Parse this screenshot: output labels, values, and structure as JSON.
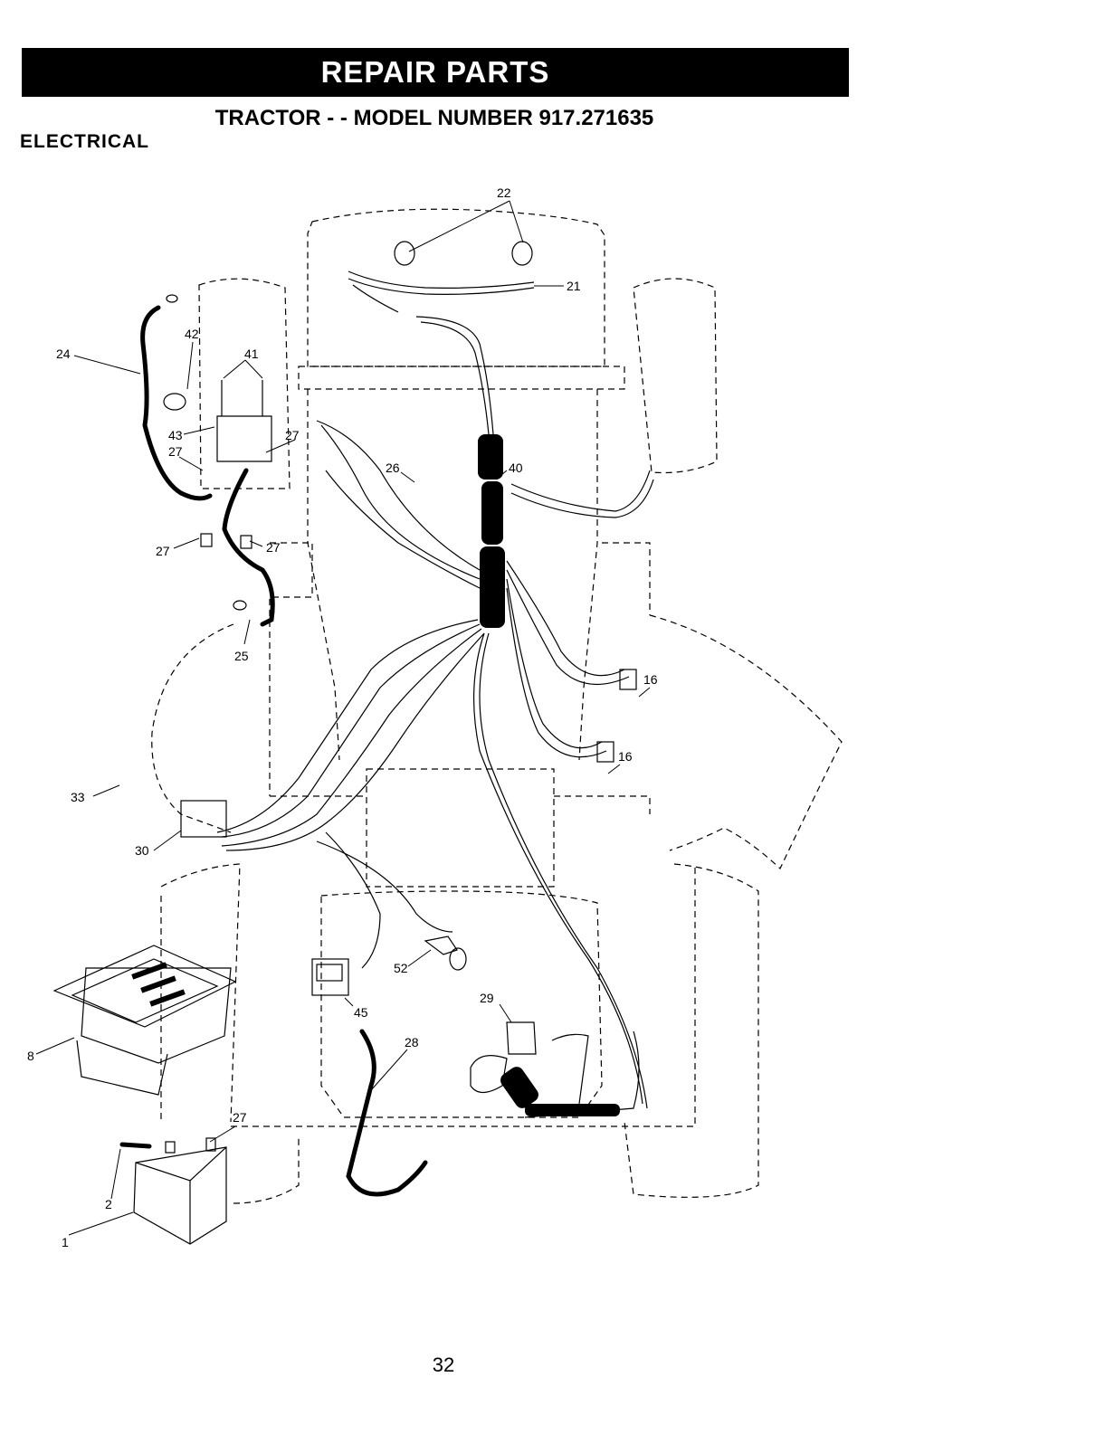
{
  "header": {
    "banner": "REPAIR PARTS",
    "model_line": "TRACTOR - - MODEL NUMBER 917.271635",
    "section": "ELECTRICAL"
  },
  "callouts": [
    {
      "id": "c22",
      "label": "22"
    },
    {
      "id": "c21",
      "label": "21"
    },
    {
      "id": "c42",
      "label": "42"
    },
    {
      "id": "c41",
      "label": "41"
    },
    {
      "id": "c24",
      "label": "24"
    },
    {
      "id": "c43",
      "label": "43"
    },
    {
      "id": "c27a",
      "label": "27"
    },
    {
      "id": "c27b",
      "label": "27"
    },
    {
      "id": "c27c",
      "label": "27"
    },
    {
      "id": "c27d",
      "label": "27"
    },
    {
      "id": "c26",
      "label": "26"
    },
    {
      "id": "c40",
      "label": "40"
    },
    {
      "id": "c25",
      "label": "25"
    },
    {
      "id": "c16a",
      "label": "16"
    },
    {
      "id": "c16b",
      "label": "16"
    },
    {
      "id": "c33",
      "label": "33"
    },
    {
      "id": "c30",
      "label": "30"
    },
    {
      "id": "c52",
      "label": "52"
    },
    {
      "id": "c45",
      "label": "45"
    },
    {
      "id": "c29",
      "label": "29"
    },
    {
      "id": "c28",
      "label": "28"
    },
    {
      "id": "c8",
      "label": "8"
    },
    {
      "id": "c27e",
      "label": "27"
    },
    {
      "id": "c2",
      "label": "2"
    },
    {
      "id": "c1",
      "label": "1"
    }
  ],
  "footer": {
    "page_number": "32"
  }
}
